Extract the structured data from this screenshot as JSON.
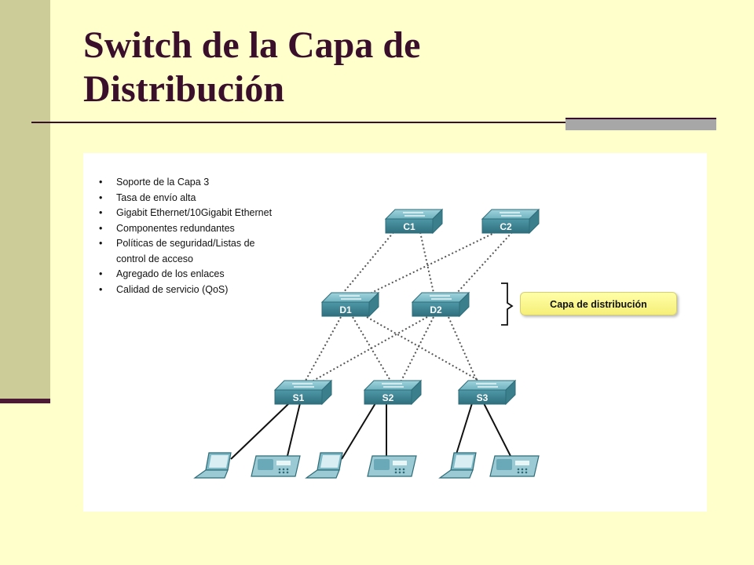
{
  "slide": {
    "title_line1": "Switch de la Capa de",
    "title_line2": "Distribución"
  },
  "figure": {
    "features": [
      "Soporte de la Capa 3",
      "Tasa de envío alta",
      "Gigabit Ethernet/10Gigabit Ethernet",
      "Componentes redundantes",
      "Políticas de seguridad/Listas de",
      "control de acceso",
      "Agregado de los enlaces",
      "Calidad de servicio (QoS)"
    ],
    "callout": "Capa de distribución",
    "core_switches": [
      "C1",
      "C2"
    ],
    "distribution_switches": [
      "D1",
      "D2"
    ],
    "access_switches": [
      "S1",
      "S2",
      "S3"
    ]
  }
}
